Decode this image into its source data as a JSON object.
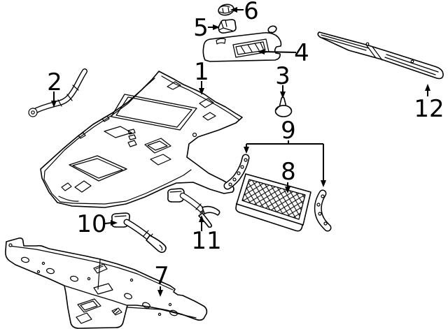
{
  "diagram": {
    "colors": {
      "background": "#ffffff",
      "line": "#000000"
    },
    "callouts": {
      "c1": {
        "label": "1",
        "target": "headliner-panel"
      },
      "c2": {
        "label": "2",
        "target": "side-rail-bracket"
      },
      "c3": {
        "label": "3",
        "target": "push-clip-fastener"
      },
      "c4": {
        "label": "4",
        "target": "sun-visor"
      },
      "c5": {
        "label": "5",
        "target": "visor-clip"
      },
      "c6": {
        "label": "6",
        "target": "visor-cap"
      },
      "c7": {
        "label": "7",
        "target": "roof-header-panel"
      },
      "c8": {
        "label": "8",
        "target": "storage-net"
      },
      "c9": {
        "label": "9",
        "target": "net-bracket-pair"
      },
      "c10": {
        "label": "10",
        "target": "grab-handle-front"
      },
      "c11": {
        "label": "11",
        "target": "grab-handle-rear"
      },
      "c12": {
        "label": "12",
        "target": "roof-side-trim"
      }
    }
  }
}
